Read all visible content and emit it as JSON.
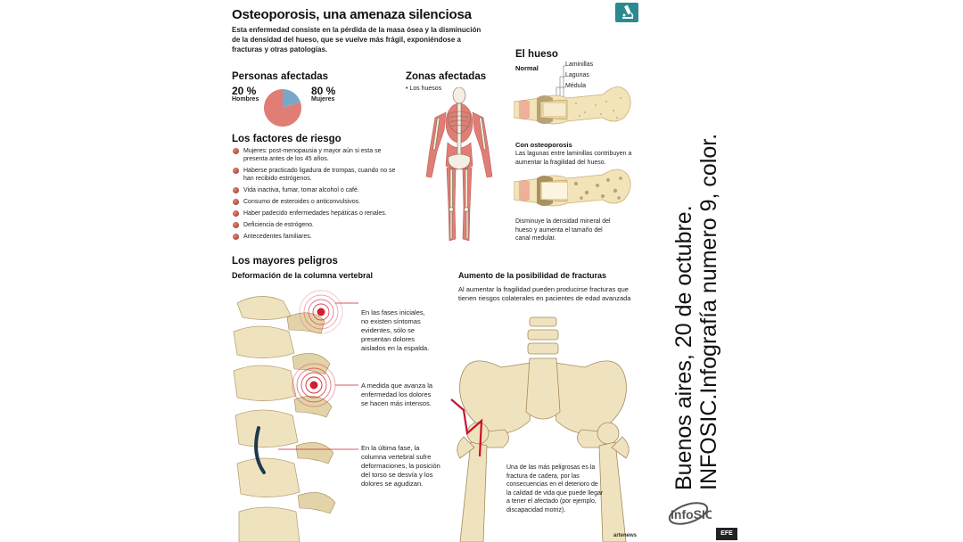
{
  "header": {
    "title": "Osteoporosis, una amenaza silenciosa",
    "intro": "Esta enfermedad consiste en la pérdida de la masa ósea y la disminución de la densidad del hueso, que se vuelve más frágil, exponiéndose a fracturas y otras patologías."
  },
  "affected_people": {
    "title": "Personas afectadas",
    "men_pct": "20 %",
    "men_label": "Hombres",
    "women_pct": "80 %",
    "women_label": "Mujeres",
    "men_share": 0.2,
    "colors": {
      "men": "#7aa7c9",
      "women": "#e07e76"
    }
  },
  "zones": {
    "title": "Zonas afectadas",
    "item": "• Los huesos"
  },
  "bone": {
    "title": "El hueso",
    "normal": "Normal",
    "labels": [
      "Laminillas",
      "Lagunas",
      "Médula"
    ],
    "osteo_title": "Con osteoporosis",
    "osteo_text": "Las lagunas entre laminillas contribuyen a aumentar la fragilidad del hueso.",
    "osteo_caption": "Disminuye la densidad mineral  del hueso y aumenta el tamaño del canal medular."
  },
  "risk": {
    "title": "Los factores de riesgo",
    "items": [
      "Mujeres: post-menopausia y mayor aún si esta se presenta antes de los 45 años.",
      "Haberse practicado ligadura de trompas, cuando no se han recibido estrógenos.",
      "Vida inactiva, fumar, tomar alcohol o café.",
      "Consumo de esteroides o anticonvulsivos.",
      "Haber padecido enfermedades hepáticas o renales.",
      "Deficiencia de estrógeno.",
      "Antecedentes familiares."
    ]
  },
  "dangers": {
    "title": "Los mayores peligros",
    "spine_title": "Deformación de la columna vertebral",
    "spine_notes": [
      "En las fases iniciales, no existen síntomas evidentes, sólo se presentan dolores aislados en la espalda.",
      "A medida que avanza la enfermedad los dolores se hacen más intensos.",
      "En la última fase, la columna vertebral sufre deformaciones, la posición del torso se desvía y los dolores se agudizan."
    ],
    "fracture_title": "Aumento de la posibilidad de fracturas",
    "fracture_text": "Al aumentar la fragilidad pueden producirse fracturas que tienen riesgos colaterales en pacientes de edad avanzada",
    "hip_note": "Una de las más peligrosas es la fractura de cadera, por las consecuencias en el deterioro de la calidad de vida que puede llegar a tener el afectado (por ejemplo, discapacidad motriz)."
  },
  "credit": "artenews",
  "side_caption": "Buenos aires, 20 de octubre. INFOSIC.Infografía numero 9, color.",
  "efe": "EFE",
  "emblem_text": "InfoSIC"
}
